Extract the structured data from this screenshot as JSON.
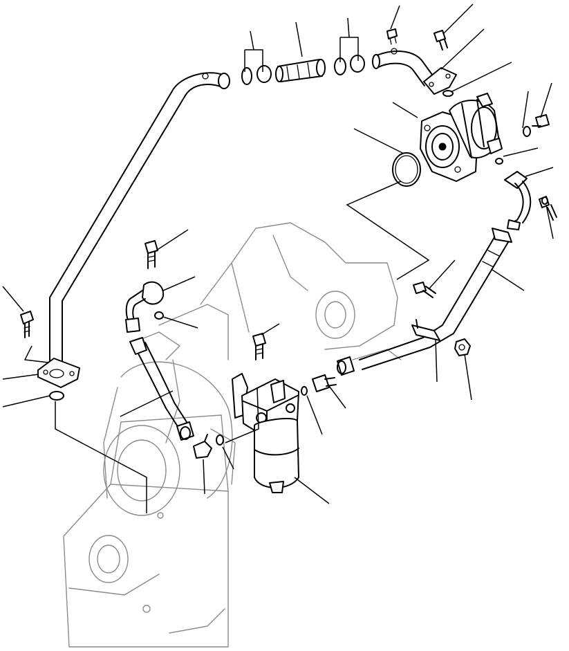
{
  "diagram": {
    "background_color": "#ffffff",
    "line_color": "#000000",
    "ghost_engine_color": "#8a8a8a",
    "parts": [
      "oil-pipe",
      "hose",
      "clamp",
      "elbow-pipe",
      "bolt",
      "o-ring",
      "flange",
      "pump-assembly",
      "tube",
      "bracket",
      "nut",
      "filter-assembly",
      "connector",
      "engine-block-outline"
    ]
  }
}
